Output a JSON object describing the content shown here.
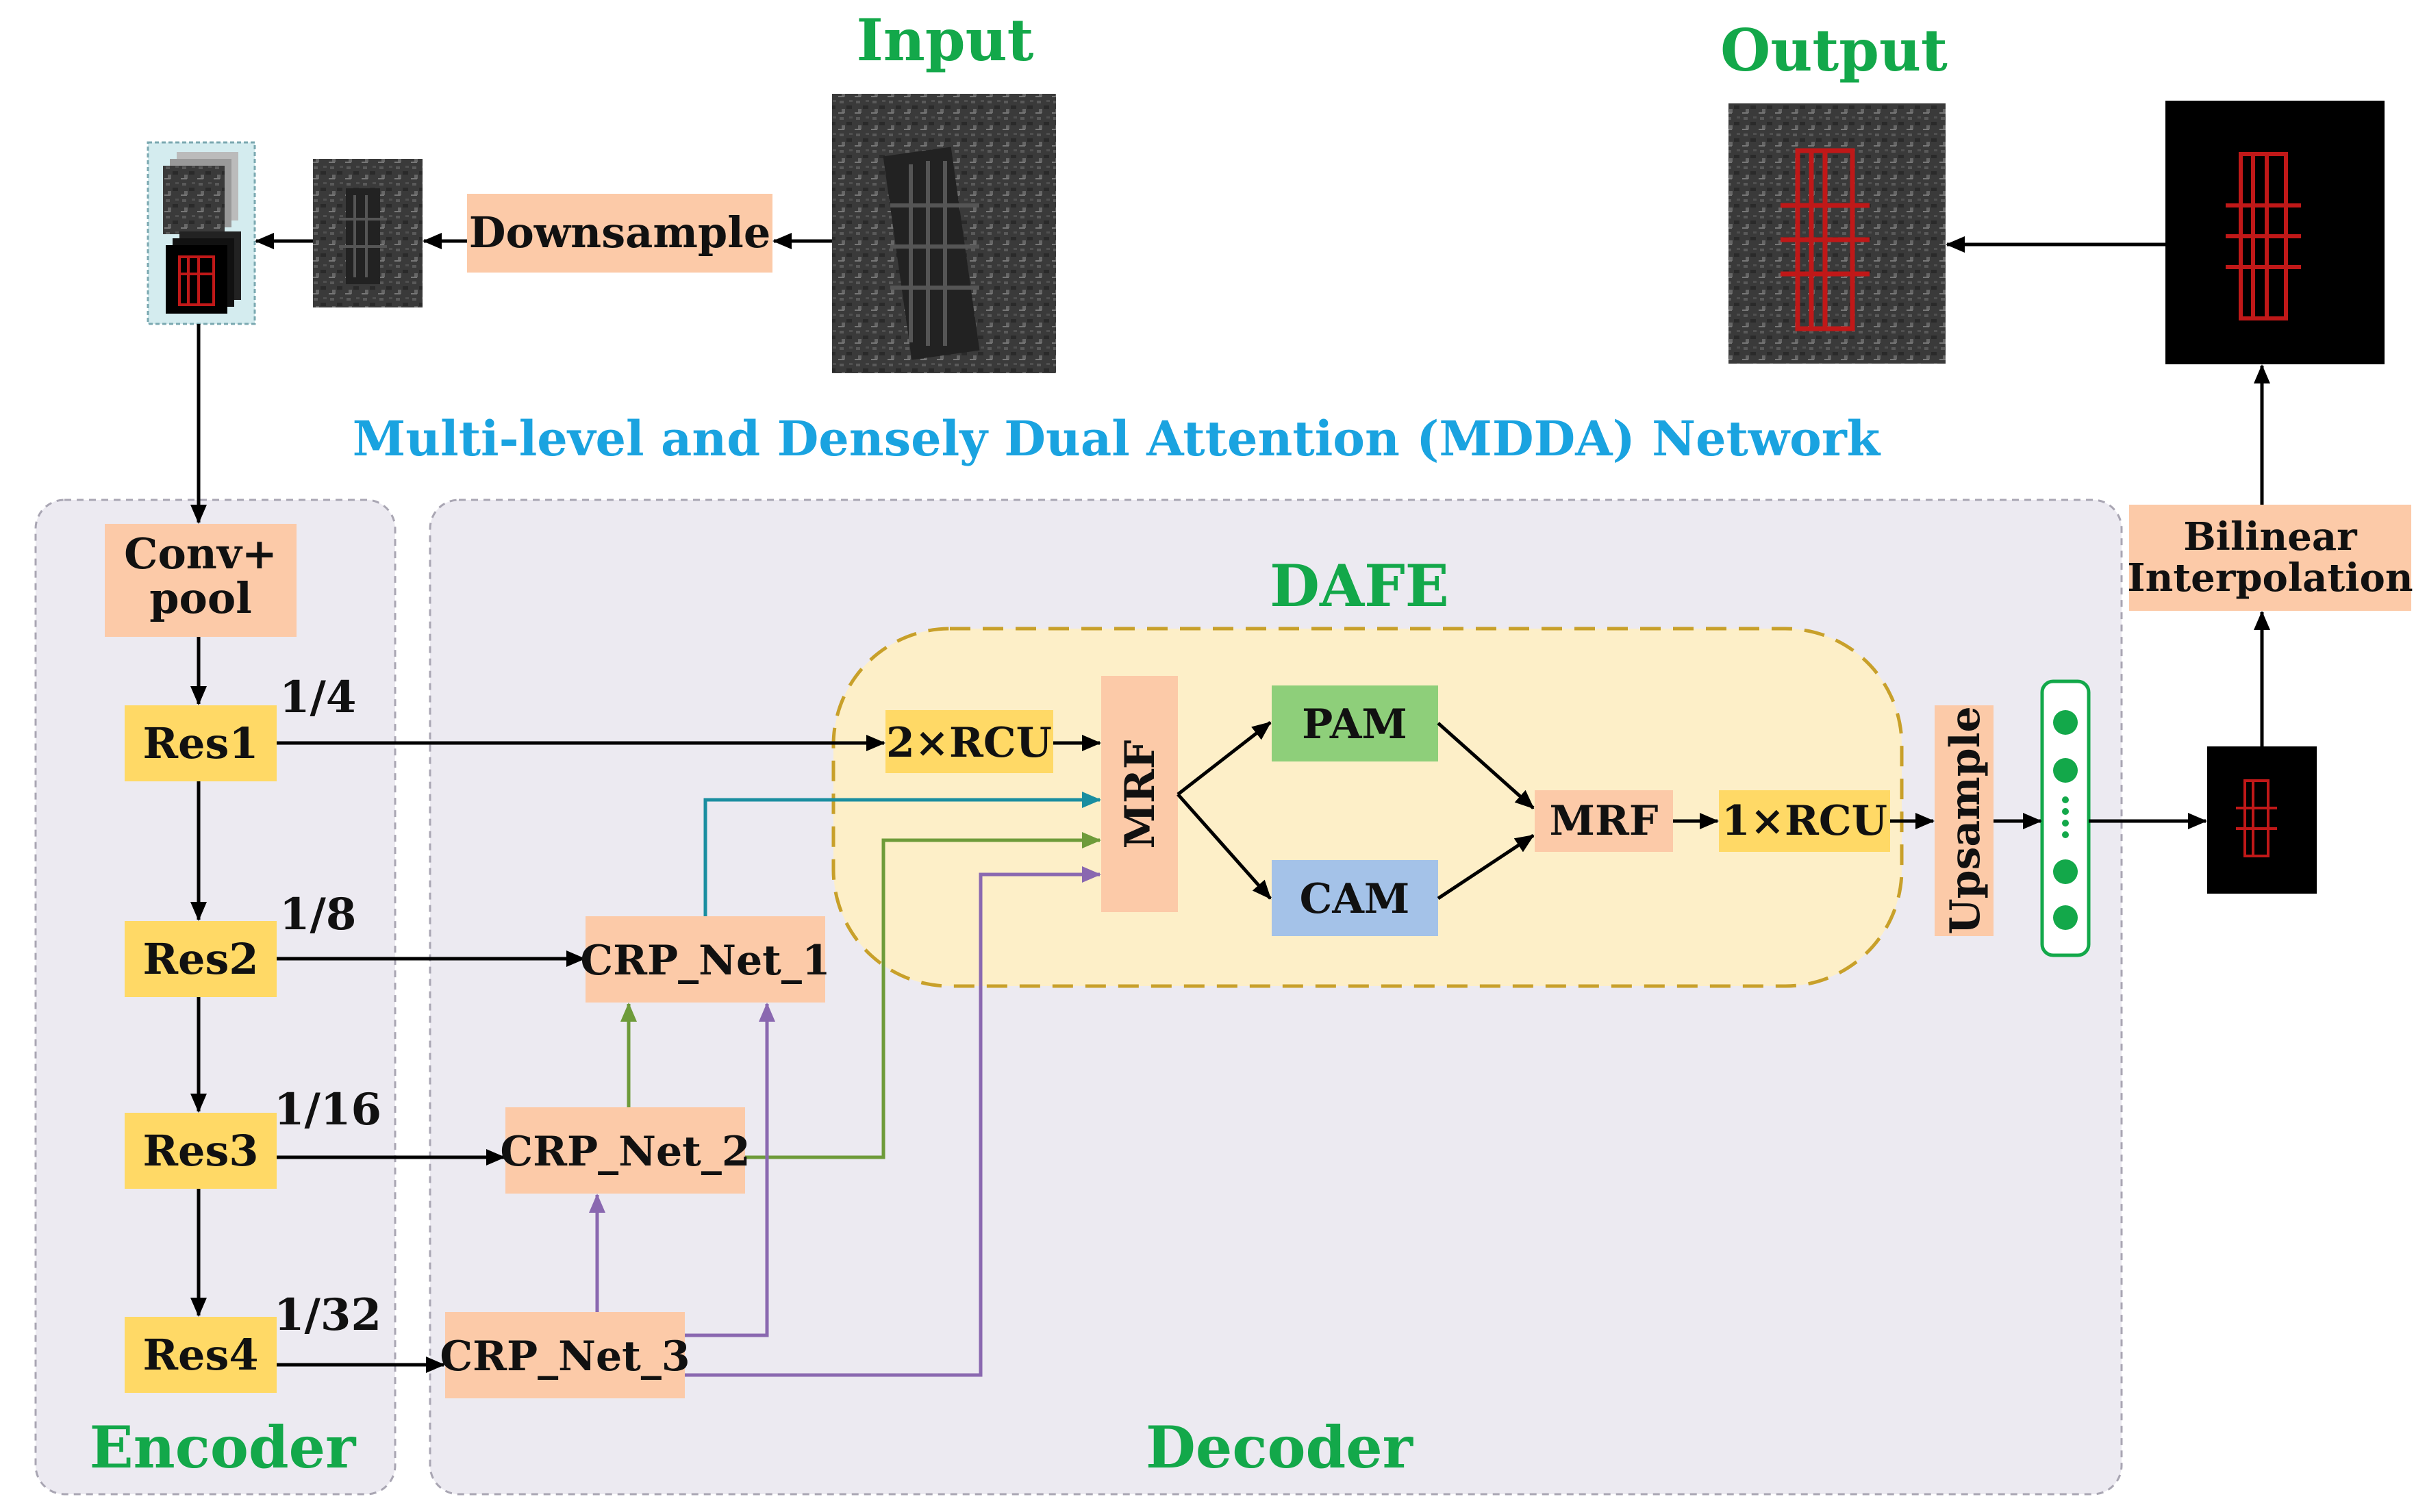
{
  "labels": {
    "input": "Input",
    "output": "Output",
    "network_title": "Multi-level and Densely Dual Attention (MDDA) Network",
    "encoder": "Encoder",
    "decoder": "Decoder",
    "dafe": "DAFE"
  },
  "blocks": {
    "downsample": "Downsample",
    "conv_pool_1": "Conv+",
    "conv_pool_2": "pool",
    "res1": "Res1",
    "res2": "Res2",
    "res3": "Res3",
    "res4": "Res4",
    "crp1": "CRP_Net_1",
    "crp2": "CRP_Net_2",
    "crp3": "CRP_Net_3",
    "rcu2": "2×RCU",
    "mrf1": "MRF",
    "pam": "PAM",
    "cam": "CAM",
    "mrf2": "MRF",
    "rcu1": "1×RCU",
    "upsample": "Upsample",
    "bilinear_1": "Bilinear",
    "bilinear_2": "Interpolation"
  },
  "scales": {
    "s4": "1/4",
    "s8": "1/8",
    "s16": "1/16",
    "s32": "1/32"
  },
  "colors": {
    "green_text": "#13a84a",
    "blue_text": "#1aa3e0",
    "salmon": "#fccaa8",
    "yellow": "#ffd966",
    "pam_green": "#8ecf7a",
    "cam_blue": "#a4c2e8",
    "panel": "#eceaf1",
    "dafe_fill": "#fdefc8",
    "dafe_border": "#c8a02a",
    "teal": "#1a8ea0",
    "olive": "#6e9b3a",
    "purple": "#8a68b0"
  }
}
